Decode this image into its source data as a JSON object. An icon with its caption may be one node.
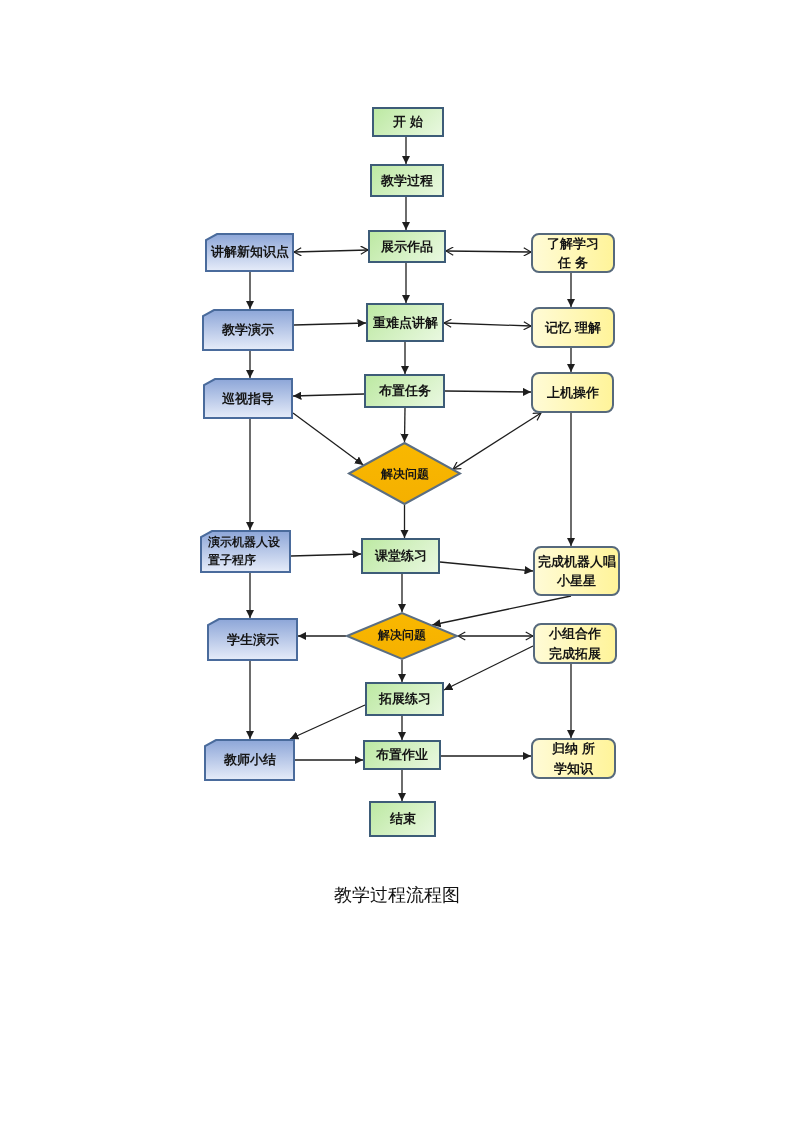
{
  "diagram": {
    "caption": "教学过程流程图",
    "nodes": [
      {
        "text": [
          "开 始"
        ]
      },
      {
        "text": [
          "教学过程"
        ]
      },
      {
        "text": [
          "讲解新知识点"
        ]
      },
      {
        "text": [
          "展示作品"
        ]
      },
      {
        "text": [
          "了解学习任 务"
        ]
      },
      {
        "text": [
          "教学演示"
        ]
      },
      {
        "text": [
          "重难点讲解"
        ]
      },
      {
        "text": [
          "记忆 理解"
        ]
      },
      {
        "text": [
          "巡视指导"
        ]
      },
      {
        "text": [
          "布置任务"
        ]
      },
      {
        "text": [
          "上机操作"
        ]
      },
      {
        "text": [
          "解决问题"
        ]
      },
      {
        "text": [
          "演示机器人设置子程序"
        ]
      },
      {
        "text": [
          "课堂练习"
        ]
      },
      {
        "text": [
          "完成机器人唱小星星"
        ]
      },
      {
        "text": [
          "学生演示"
        ]
      },
      {
        "text": [
          "解决问题"
        ]
      },
      {
        "text": [
          "小组合作完成拓展"
        ]
      },
      {
        "text": [
          "拓展练习"
        ]
      },
      {
        "text": [
          "教师小结"
        ]
      },
      {
        "text": [
          "布置作业"
        ]
      },
      {
        "text": [
          "归纳 所学知识"
        ]
      },
      {
        "text": [
          "结束"
        ]
      }
    ],
    "edges": [
      {
        "from": 0,
        "to": 1,
        "arrow": "to"
      },
      {
        "from": 1,
        "to": 3,
        "arrow": "to"
      },
      {
        "from": 2,
        "to": 3,
        "arrow": "both"
      },
      {
        "from": 3,
        "to": 4,
        "arrow": "both"
      },
      {
        "from": 2,
        "to": 5,
        "arrow": "to"
      },
      {
        "from": 3,
        "to": 6,
        "arrow": "to"
      },
      {
        "from": 4,
        "to": 7,
        "arrow": "to"
      },
      {
        "from": 5,
        "to": 6,
        "arrow": "to"
      },
      {
        "from": 6,
        "to": 7,
        "arrow": "both"
      },
      {
        "from": 5,
        "to": 8,
        "arrow": "to"
      },
      {
        "from": 6,
        "to": 9,
        "arrow": "to"
      },
      {
        "from": 7,
        "to": 10,
        "arrow": "to"
      },
      {
        "from": 9,
        "to": 8,
        "arrow": "to"
      },
      {
        "from": 9,
        "to": 10,
        "arrow": "to"
      },
      {
        "from": 8,
        "to": 11,
        "arrow": "to"
      },
      {
        "from": 9,
        "to": 11,
        "arrow": "to"
      },
      {
        "from": 11,
        "to": 10,
        "arrow": "both"
      },
      {
        "from": 8,
        "to": 12,
        "arrow": "to"
      },
      {
        "from": 11,
        "to": 13,
        "arrow": "to"
      },
      {
        "from": 10,
        "to": 14,
        "arrow": "to"
      },
      {
        "from": 12,
        "to": 13,
        "arrow": "to"
      },
      {
        "from": 13,
        "to": 14,
        "arrow": "to"
      },
      {
        "from": 13,
        "to": 16,
        "arrow": "to"
      },
      {
        "from": 14,
        "to": 16,
        "arrow": "to"
      },
      {
        "from": 16,
        "to": 15,
        "arrow": "to"
      },
      {
        "from": 16,
        "to": 17,
        "arrow": "both"
      },
      {
        "from": 12,
        "to": 15,
        "arrow": "to"
      },
      {
        "from": 16,
        "to": 18,
        "arrow": "to"
      },
      {
        "from": 17,
        "to": 18,
        "arrow": "to"
      },
      {
        "from": 15,
        "to": 19,
        "arrow": "to"
      },
      {
        "from": 18,
        "to": 19,
        "arrow": "to"
      },
      {
        "from": 19,
        "to": 20,
        "arrow": "to"
      },
      {
        "from": 18,
        "to": 20,
        "arrow": "to"
      },
      {
        "from": 20,
        "to": 21,
        "arrow": "to"
      },
      {
        "from": 17,
        "to": 21,
        "arrow": "to"
      },
      {
        "from": 20,
        "to": 22,
        "arrow": "to"
      }
    ]
  }
}
